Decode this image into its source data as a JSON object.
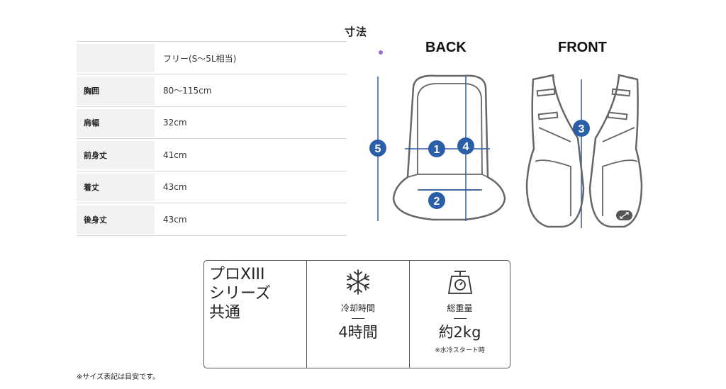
{
  "title": "寸法",
  "size_table": {
    "rows": [
      {
        "label": "",
        "value": "フリー(S〜5L相当)"
      },
      {
        "label": "胸囲",
        "value": "80〜115cm"
      },
      {
        "label": "肩幅",
        "value": "32cm"
      },
      {
        "label": "前身丈",
        "value": "41cm"
      },
      {
        "label": "着丈",
        "value": "43cm"
      },
      {
        "label": "後身丈",
        "value": "43cm"
      }
    ]
  },
  "diagram": {
    "back_label": "BACK",
    "front_label": "FRONT",
    "markers": [
      "1",
      "2",
      "3",
      "4",
      "5"
    ],
    "marker_color": "#2a5fa8",
    "accent_color": "#9b6fc9"
  },
  "spec_box": {
    "series_lines": [
      "プロXIII",
      "シリーズ",
      "共通"
    ],
    "cooling": {
      "icon": "snowflake-icon",
      "label": "冷却時間",
      "value": "4時間"
    },
    "weight": {
      "icon": "scale-icon",
      "label": "総重量",
      "value": "約2kg",
      "note": "※水冷スタート時"
    }
  },
  "footnote": "※サイズ表記は目安です。"
}
